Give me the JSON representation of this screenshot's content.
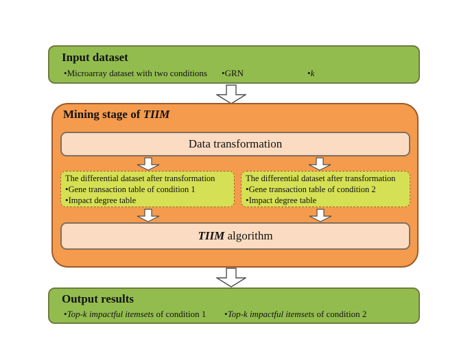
{
  "bullet_char": "•",
  "palette": {
    "box_green": "#93BC4F",
    "box_green_border": "#6E7B3E",
    "box_orange": "#F59B4D",
    "box_orange_border": "#9D5A28",
    "box_peach": "#FBDCC2",
    "box_peach_border": "#7F6F5F",
    "box_chartreuse": "#D5E054",
    "box_chartreuse_border": "#A8622A",
    "arrow_fill": "#FFFFFF",
    "arrow_outline": "#4D4D4D",
    "text": "#111111",
    "background": "#FFFFFF"
  },
  "input_box": {
    "title": "Input dataset",
    "items": [
      {
        "text": "Microarray dataset with two conditions"
      },
      {
        "text": "GRN"
      },
      {
        "text": "k"
      }
    ]
  },
  "mining_box": {
    "title_prefix": "Mining stage of ",
    "title_emphasis": "TIIM",
    "data_transformation_label": "Data transformation",
    "dashed_boxes": [
      {
        "heading": "The differential dataset after transformation",
        "items": [
          "Gene transaction table of condition 1",
          "Impact degree table"
        ]
      },
      {
        "heading": "The differential dataset after transformation",
        "items": [
          "Gene transaction table of condition 2",
          "Impact degree table"
        ]
      }
    ],
    "algorithm": {
      "emphasis": "TIIM",
      "suffix": " algorithm"
    }
  },
  "output_box": {
    "title": "Output results",
    "items": [
      {
        "italic_part": "Top-k impactful itemsets",
        "regular_part": " of condition 1"
      },
      {
        "italic_part": "Top-k impactful itemsets",
        "regular_part": " of condition 2"
      }
    ]
  }
}
